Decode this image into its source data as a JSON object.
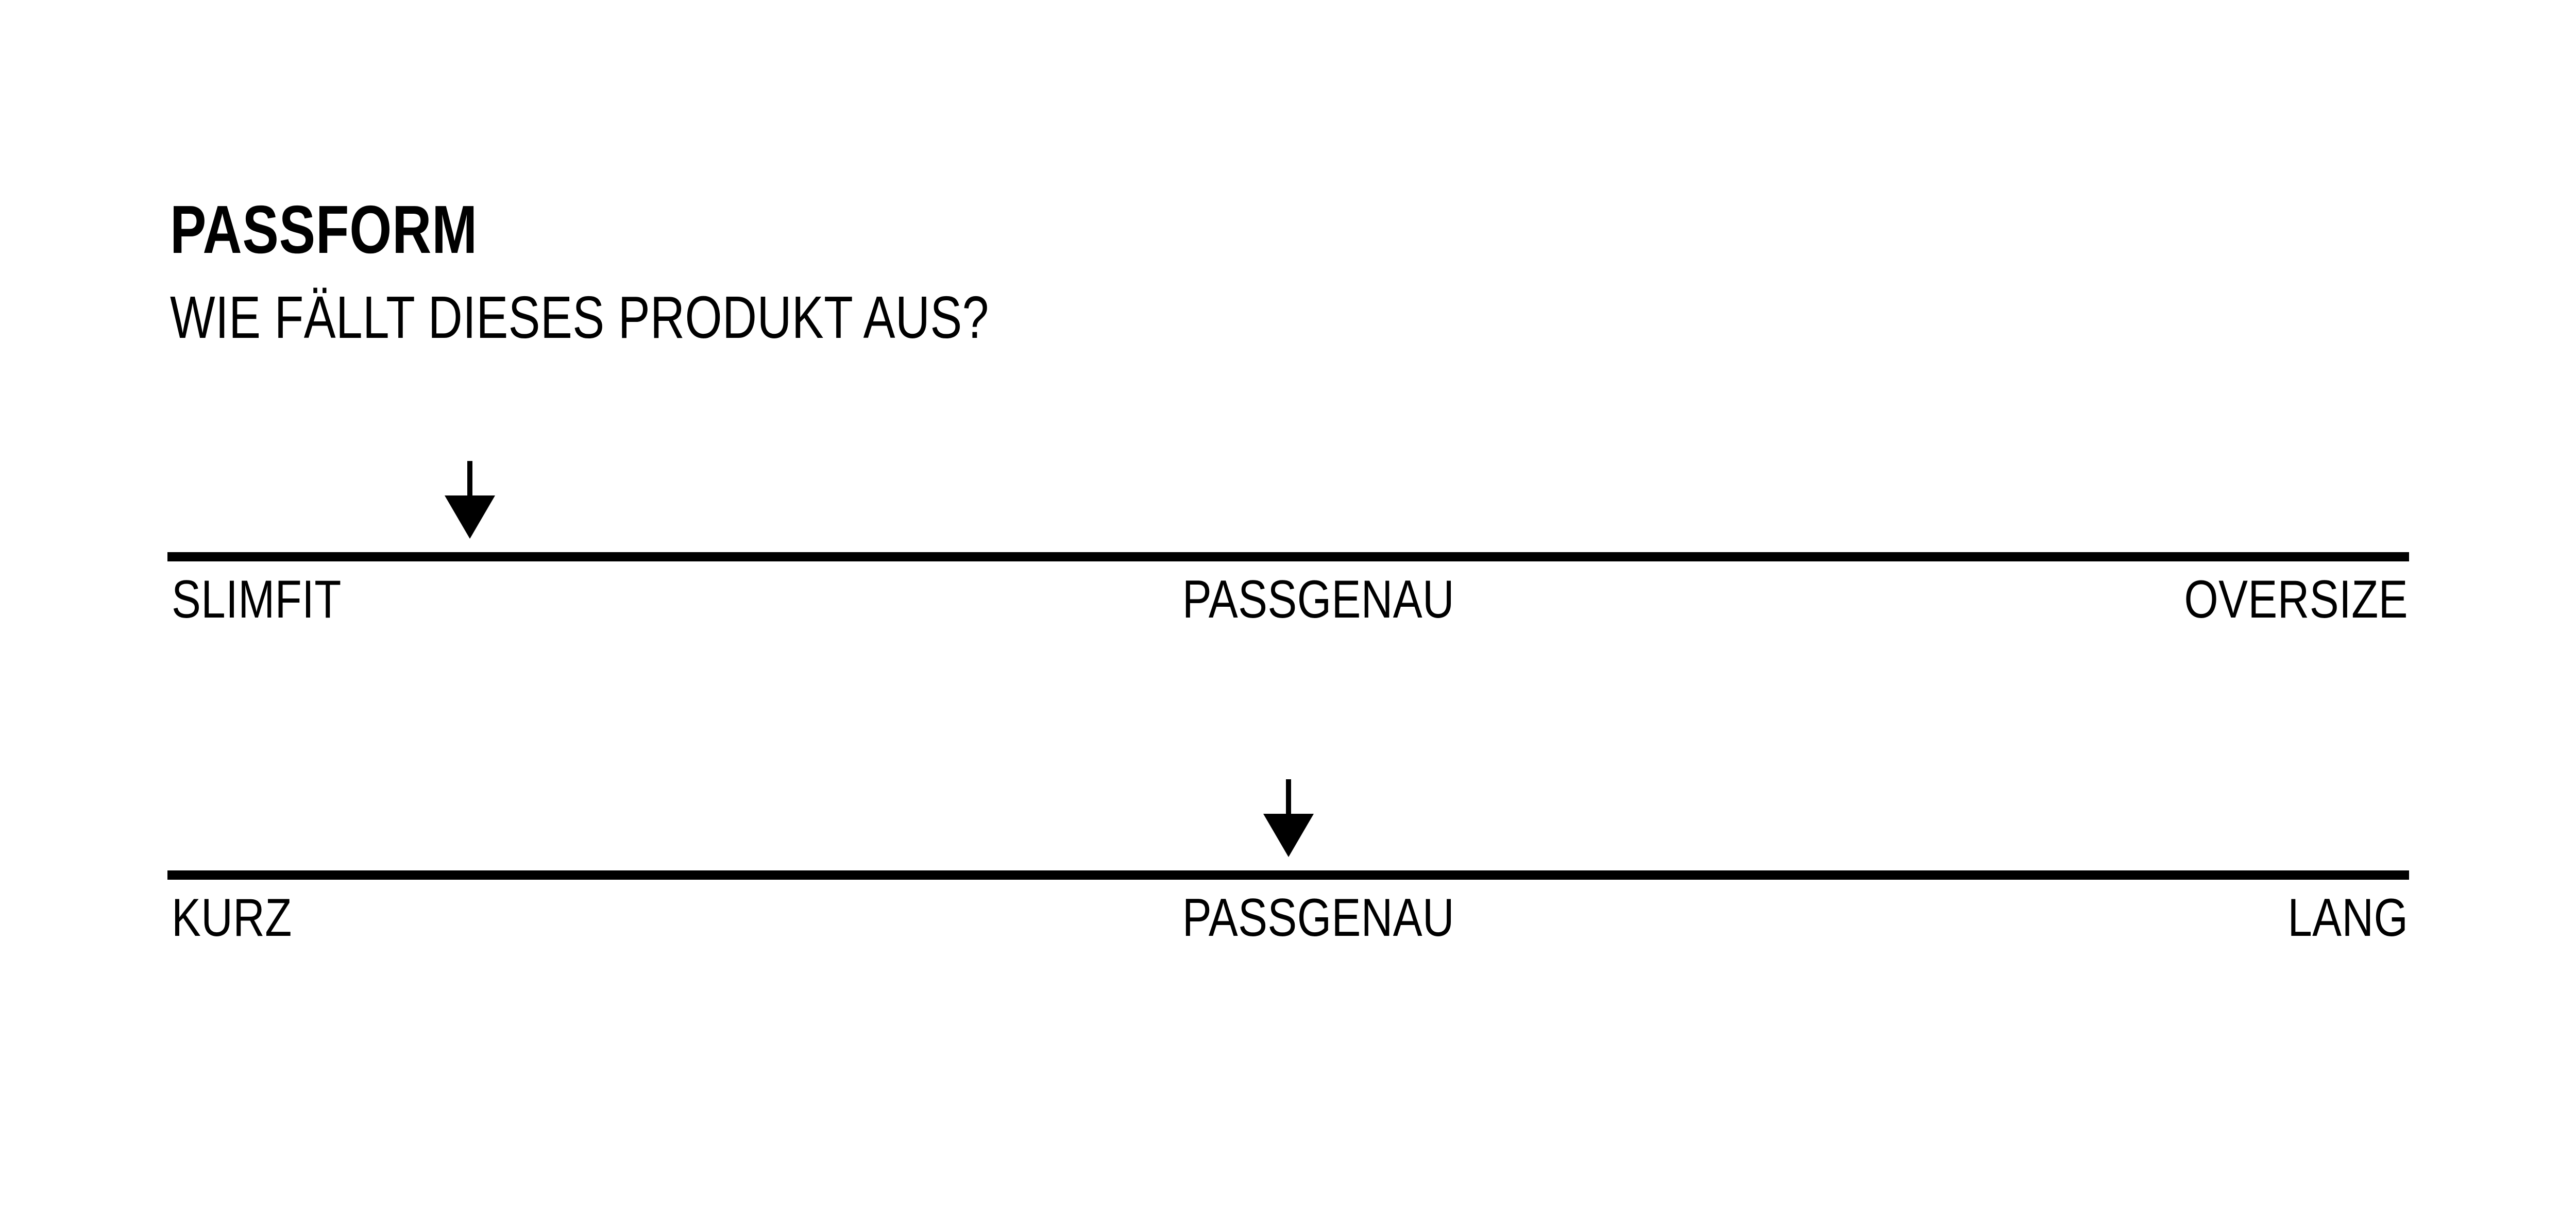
{
  "panel": {
    "title": "PASSFORM",
    "subtitle": "WIE FÄLLT DIESES PRODUKT AUS?"
  },
  "colors": {
    "background": "#ffffff",
    "foreground": "#000000"
  },
  "scales": [
    {
      "name": "fit-width",
      "marker_position_percent": 13.5,
      "marker_icon": "down-arrow-icon",
      "labels": {
        "left": "SLIMFIT",
        "center": "PASSGENAU",
        "right": "OVERSIZE"
      }
    },
    {
      "name": "fit-length",
      "marker_position_percent": 50,
      "marker_icon": "down-arrow-icon",
      "labels": {
        "left": "KURZ",
        "center": "PASSGENAU",
        "right": "LANG"
      }
    }
  ]
}
